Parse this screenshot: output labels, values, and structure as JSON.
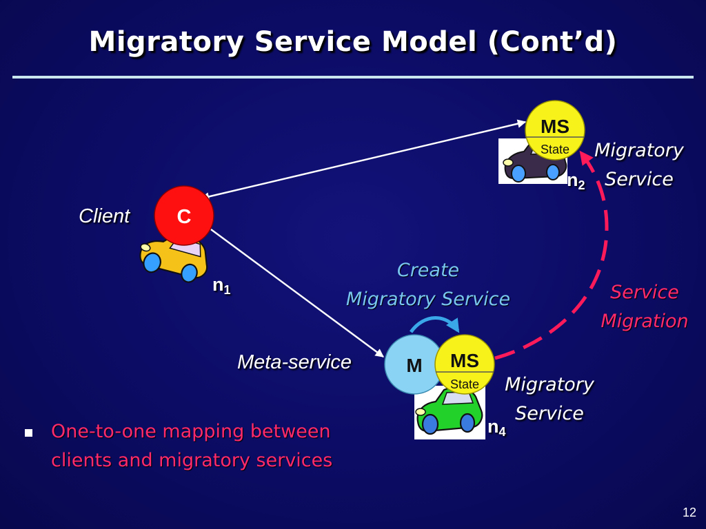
{
  "slide": {
    "title": "Migratory Service Model (Cont’d)",
    "page_number": "12"
  },
  "diagram": {
    "client": {
      "circle_label": "C",
      "side_label": "Client",
      "node": "n",
      "node_sub": "1",
      "circle_color": "#ff1010",
      "car_color": "#f5c21a"
    },
    "top_service": {
      "circle_top": "MS",
      "circle_bottom": "State",
      "label_line1": "Migratory",
      "label_line2": "Service",
      "node": "n",
      "node_sub": "2",
      "circle_color": "#f7f21a",
      "car_color": "#3a2b4a"
    },
    "meta_service": {
      "circle_label": "M",
      "side_label": "Meta-service",
      "circle_color": "#8ad3f5"
    },
    "bottom_service": {
      "circle_top": "MS",
      "circle_bottom": "State",
      "label_line1": "Migratory",
      "label_line2": "Service",
      "node": "n",
      "node_sub": "4",
      "circle_color": "#f7f21a",
      "car_color": "#22d22a"
    },
    "create_label": {
      "line1": "Create",
      "line2": "Migratory Service"
    },
    "migration_label": {
      "line1": "Service",
      "line2": "Migration"
    },
    "colors": {
      "accent_blue": "#78c6f0",
      "accent_red": "#ff2a6a",
      "migration_arrow": "#ff1a5a"
    }
  },
  "bullets": [
    {
      "line1": "One-to-one mapping between",
      "line2": "clients and migratory services"
    }
  ]
}
